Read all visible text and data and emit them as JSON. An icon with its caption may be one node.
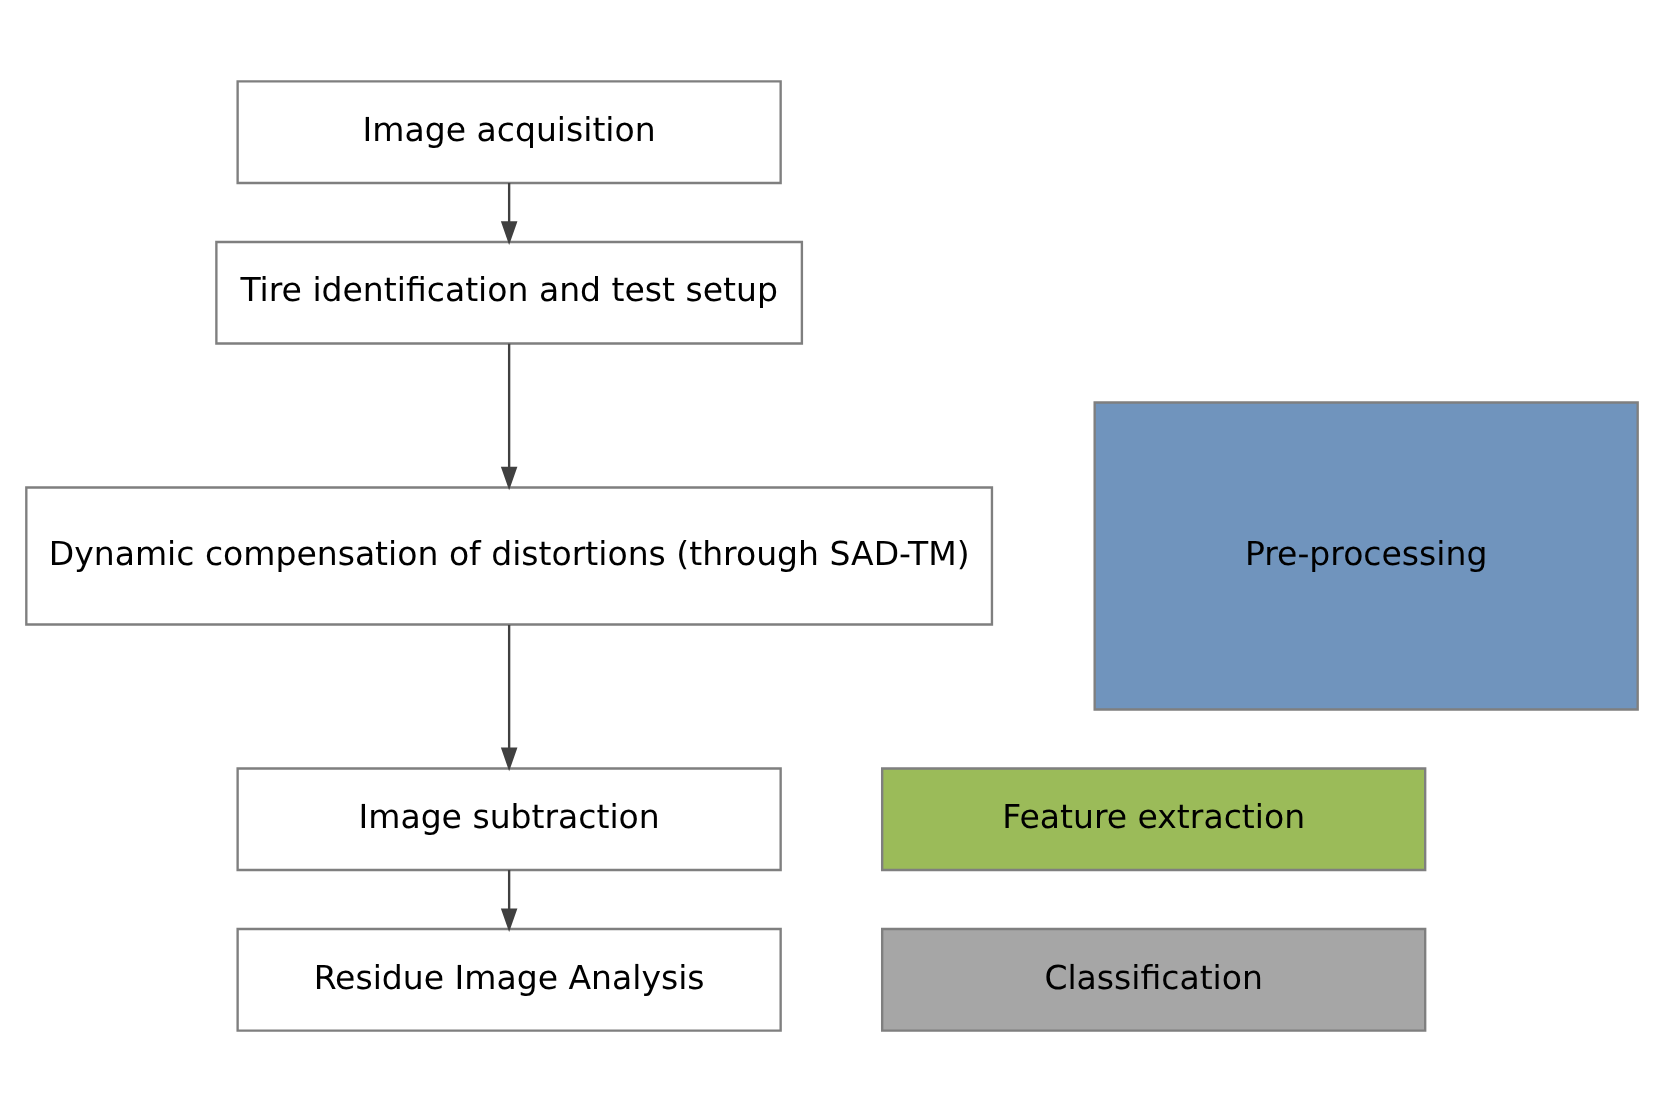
{
  "diagram": {
    "nodes": [
      {
        "text": [
          "Image acquisition"
        ]
      },
      {
        "text": [
          "Tire identification and test setup"
        ]
      },
      {
        "text": [
          "Dynamic compensation of distortions (through SAD-TM)"
        ]
      },
      {
        "text": [
          "Image subtraction"
        ]
      },
      {
        "text": [
          "Residue Image Analysis"
        ]
      },
      {
        "text": [
          "Pre-processing"
        ]
      },
      {
        "text": [
          "Feature extraction"
        ]
      },
      {
        "text": [
          "Classification"
        ]
      }
    ],
    "edges": [
      {
        "from": 0,
        "to": 1,
        "arrow": "to"
      },
      {
        "from": 1,
        "to": 2,
        "arrow": "to"
      },
      {
        "from": 2,
        "to": 3,
        "arrow": "to"
      },
      {
        "from": 3,
        "to": 4,
        "arrow": "to"
      }
    ]
  }
}
